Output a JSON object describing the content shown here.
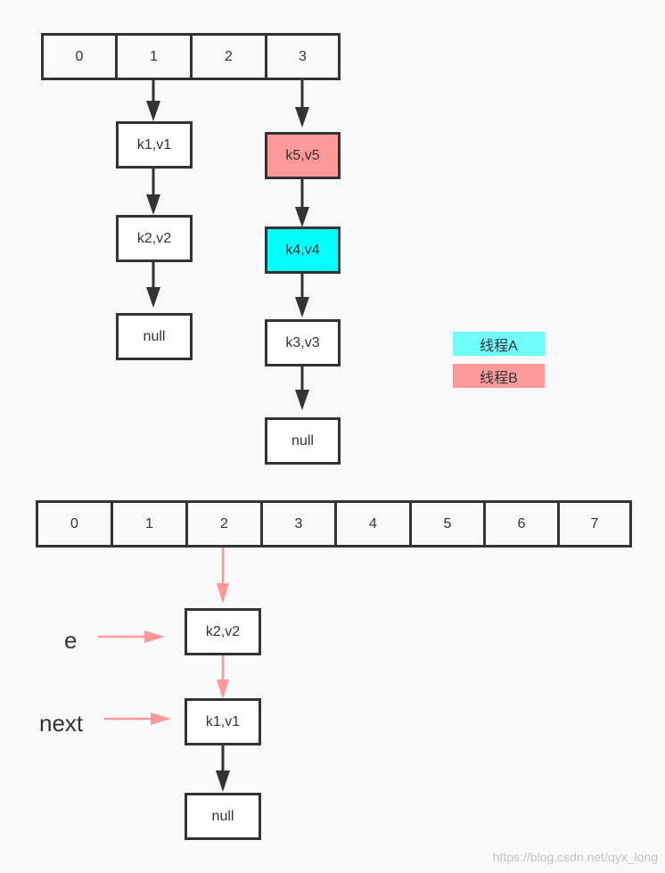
{
  "top_array": [
    "0",
    "1",
    "2",
    "3"
  ],
  "top_nodes": {
    "k1v1": "k1,v1",
    "k2v2": "k2,v2",
    "null_left": "null",
    "k5v5": "k5,v5",
    "k4v4": "k4,v4",
    "k3v3": "k3,v3",
    "null_right": "null"
  },
  "legend": [
    {
      "label": "线程A",
      "color": "#6ffffd"
    },
    {
      "label": "线程B",
      "color": "#ff9b9b"
    }
  ],
  "bottom_array": [
    "0",
    "1",
    "2",
    "3",
    "4",
    "5",
    "6",
    "7"
  ],
  "bottom_nodes": {
    "k2v2": "k2,v2",
    "k1v1": "k1,v1",
    "null": "null"
  },
  "pointers": {
    "e": "e",
    "next": "next"
  },
  "colors": {
    "stroke": "#333333",
    "thread_a": "#00ffff",
    "thread_b": "#ff9999",
    "pink_arrow": "#ff9999"
  },
  "watermark": "https://blog.csdn.net/qyx_long"
}
